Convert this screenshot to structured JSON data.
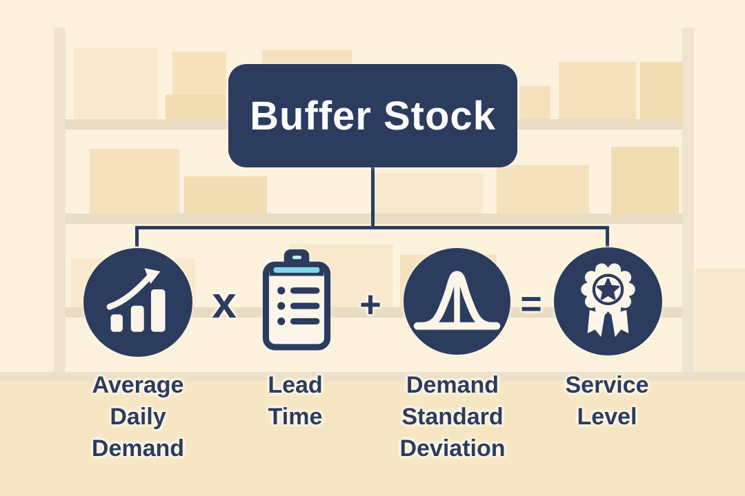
{
  "title": "Buffer Stock",
  "formula": {
    "terms": [
      {
        "name": "average-daily-demand",
        "icon": "bar-chart-growth-icon",
        "label_lines": [
          "Average",
          "Daily",
          "Demand"
        ]
      },
      {
        "name": "lead-time",
        "icon": "clipboard-checklist-icon",
        "label_lines": [
          "Lead",
          "Time"
        ]
      },
      {
        "name": "demand-standard-deviation",
        "icon": "bell-curve-icon",
        "label_lines": [
          "Demand",
          "Standard",
          "Deviation"
        ]
      },
      {
        "name": "service-level",
        "icon": "award-badge-icon",
        "label_lines": [
          "Service",
          "Level"
        ]
      }
    ],
    "operators": [
      "x",
      "+",
      "="
    ]
  },
  "colors": {
    "navy": "#2c3c5f",
    "background": "#fcf2dd",
    "floor": "#f7e6c3",
    "shelf": "#e9dcc5",
    "box_tan": "#f5e2bd",
    "icon_cream": "#fcf6ea",
    "cyan": "#82d7eb",
    "title_text": "#fcfcfc"
  }
}
